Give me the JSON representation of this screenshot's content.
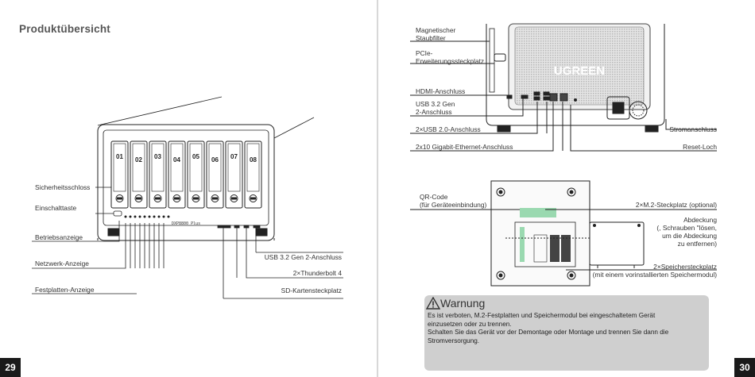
{
  "left_page": {
    "title": "Produktübersicht",
    "page_number": "29",
    "bay_numbers": [
      "01",
      "02",
      "03",
      "04",
      "05",
      "06",
      "07",
      "08"
    ],
    "device_text": "DXP8800 Plus",
    "labels": {
      "security_lock": "Sicherheitsschloss",
      "power_button": "Einschalttaste",
      "status_led": "Betriebsanzeige",
      "network_led": "Netzwerk-Anzeige",
      "drive_led": "Festplatten-Anzeige",
      "usb_front": "USB 3.2 Gen 2-Anschluss",
      "thunderbolt": "2×Thunderbolt 4",
      "sd_slot": "SD-Kartensteckplatz"
    }
  },
  "right_page": {
    "page_number": "30",
    "brand": "UGREEN",
    "labels": {
      "dust_filter_1": "Magnetischer",
      "dust_filter_2": "Staubfilter",
      "pcie_1": "PCIe-",
      "pcie_2": "Erweiterungssteckplatz",
      "hdmi": "HDMI-Anschluss",
      "usb_gen2_1": "USB 3.2 Gen",
      "usb_gen2_2": "2-Anschluss",
      "usb2": "2×USB 2.0-Anschluss",
      "ethernet": "2x10 Gigabit-Ethernet-Anschluss",
      "power_port": "Stromanschluss",
      "reset": "Reset-Loch",
      "qr_1": "QR-Code",
      "qr_2": "(für Geräteeinbindung)",
      "m2_slot": "2×M.2-Steckplatz (optional)",
      "cover_1": "Abdeckung",
      "cover_2": "(, Schrauben \"lösen,",
      "cover_3": "um die Abdeckung",
      "cover_4": "zu entfernen)",
      "memory_1": "2×Speichersteckplatz",
      "memory_2": "(mit einem vorinstallierten Speichermodul)"
    },
    "warning": {
      "title": "Warnung",
      "lines": [
        "Es ist verboten, M.2-Festplatten und Speichermodul bei eingeschaltetem Gerät",
        "einzusetzen  oder zu trennen.",
        "Schalten Sie das Gerät vor der Demontage oder Montage und trennen Sie dann die",
        "Stromversorgung."
      ]
    }
  },
  "colors": {
    "warning_bg": "#cfcfcf",
    "page_number_bg": "#1a1a1a",
    "m2_slot_green": "#9ad9b0"
  }
}
